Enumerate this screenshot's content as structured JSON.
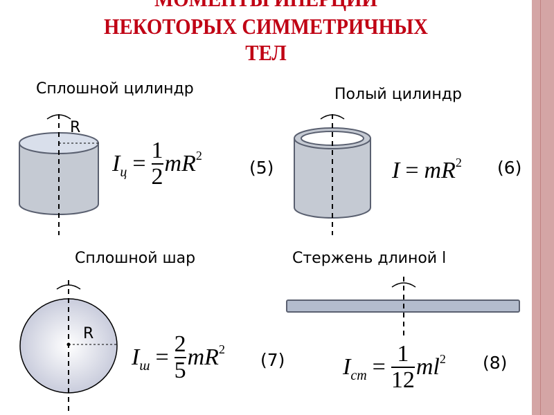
{
  "title": {
    "line1": "МОМЕНТЫ ИНЕРЦИИ",
    "line2": "НЕКОТОРЫХ СИММЕТРИЧНЫХ",
    "line3": "ТЕЛ"
  },
  "bodies": [
    {
      "label": "Сплошной цилиндр",
      "radius_label": "R",
      "formula": {
        "symbol": "I",
        "subscript": "ц",
        "numerator": "1",
        "denominator": "2",
        "rest": "mR",
        "power": "2"
      },
      "number": "(5)"
    },
    {
      "label": "Полый цилиндр",
      "formula": {
        "symbol": "I",
        "rest": "mR",
        "power": "2"
      },
      "number": "(6)"
    },
    {
      "label": "Сплошной шар",
      "radius_label": "R",
      "formula": {
        "symbol": "I",
        "subscript": "ш",
        "numerator": "2",
        "denominator": "5",
        "rest": "mR",
        "power": "2"
      },
      "number": "(7)"
    },
    {
      "label": "Стержень длиной l",
      "formula": {
        "symbol": "I",
        "subscript": "ст",
        "numerator": "1",
        "denominator": "12",
        "rest": "ml",
        "power": "2"
      },
      "number": "(8)"
    }
  ],
  "colors": {
    "title": "#c00014",
    "shape_fill": "#c5cad3",
    "shape_stroke": "#5a6070",
    "border": "#d4a5a5"
  }
}
